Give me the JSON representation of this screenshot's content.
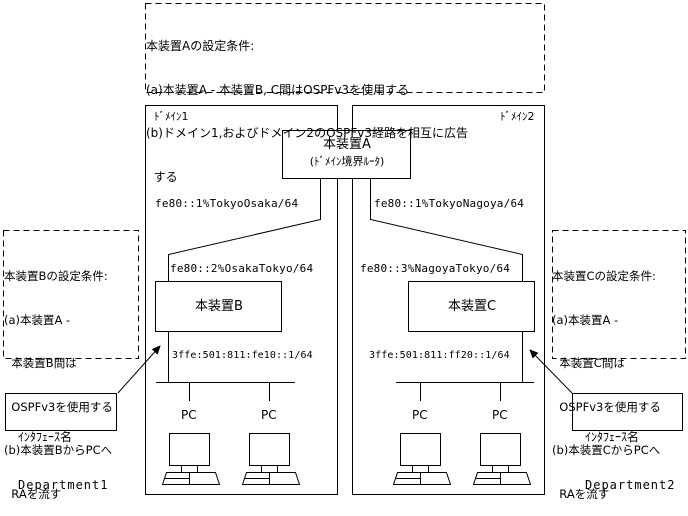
{
  "config_a": {
    "title": "本装置Aの設定条件:",
    "line_a": "(a)本装置A - 本装置B, C間はOSPFv3を使用する",
    "line_b1": "(b)ドメイン1,およびドメイン2のOSPFv3経路を相互に広告",
    "line_b2": "  する"
  },
  "config_b": {
    "title": "本装置Bの設定条件:",
    "lines": [
      "(a)本装置A -",
      "  本装置B間は",
      "  OSPFv3を使用する",
      "(b)本装置BからPCへ",
      "  RAを流す"
    ]
  },
  "config_c": {
    "title": "本装置Cの設定条件:",
    "lines": [
      "(a)本装置A -",
      "  本装置C間は",
      "  OSPFv3を使用する",
      "(b)本装置CからPCへ",
      "  RAを流す"
    ]
  },
  "domains": {
    "domain1": "ﾄﾞﾒｲﾝ1",
    "domain2": "ﾄﾞﾒｲﾝ2"
  },
  "router_a": {
    "name": "本装置A",
    "role": "(ﾄﾞﾒｲﾝ境界ﾙｰﾀ)",
    "if_left": "fe80::1%TokyoOsaka/64",
    "if_right": "fe80::1%TokyoNagoya/64"
  },
  "router_b": {
    "name": "本装置B",
    "if_up": "fe80::2%OsakaTokyo/64",
    "if_down": "3ffe:501:811:fe10::1/64"
  },
  "router_c": {
    "name": "本装置C",
    "if_up": "fe80::3%NagoyaTokyo/64",
    "if_down": "3ffe:501:811:ff20::1/64"
  },
  "pcs": {
    "label": "PC"
  },
  "callout_1": {
    "line1": "ｲﾝﾀﾌｪｰｽ名",
    "line2": "Department1"
  },
  "callout_2": {
    "line1": "ｲﾝﾀﾌｪｰｽ名",
    "line2": "Department2"
  }
}
